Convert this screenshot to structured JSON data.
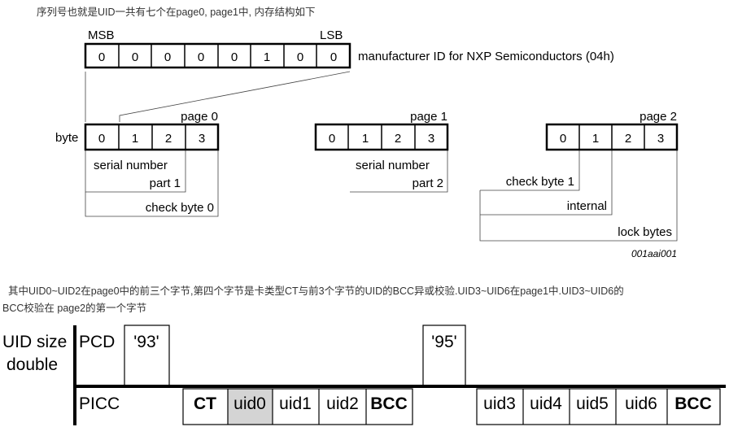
{
  "intro": "序列号也就是UID一共有七个在page0, page1中, 内存结构如下",
  "diagram1": {
    "msb": "MSB",
    "lsb": "LSB",
    "bits": [
      "0",
      "0",
      "0",
      "0",
      "0",
      "1",
      "0",
      "0"
    ],
    "manufacturer": "manufacturer ID for NXP Semiconductors (04h)",
    "byte_label": "byte",
    "pages": [
      {
        "title": "page 0",
        "cells": [
          "0",
          "1",
          "2",
          "3"
        ],
        "l1": "serial number",
        "l2": "part 1",
        "l3": "check byte 0"
      },
      {
        "title": "page 1",
        "cells": [
          "0",
          "1",
          "2",
          "3"
        ],
        "l1": "serial number",
        "l2": "part 2"
      },
      {
        "title": "page 2",
        "cells": [
          "0",
          "1",
          "2",
          "3"
        ],
        "l1": "check byte 1",
        "l2": "internal",
        "l3": "lock bytes"
      }
    ],
    "figure_id": "001aai001"
  },
  "para1": "其中UID0~UID2在page0中的前三个字节,第四个字节是卡类型CT与前3个字节的UID的BCC异或校验.UID3~UID6在page1中.UID3~UID6的",
  "para2": "BCC校验在 page2的第一个字节",
  "diagram2": {
    "size1": "UID size",
    "size2": "double",
    "pcd": "PCD",
    "picc": "PICC",
    "cmd1": "'93'",
    "cmd2": "'95'",
    "row1": [
      "CT",
      "uid0",
      "uid1",
      "uid2",
      "BCC"
    ],
    "row2": [
      "uid3",
      "uid4",
      "uid5",
      "uid6",
      "BCC"
    ]
  }
}
